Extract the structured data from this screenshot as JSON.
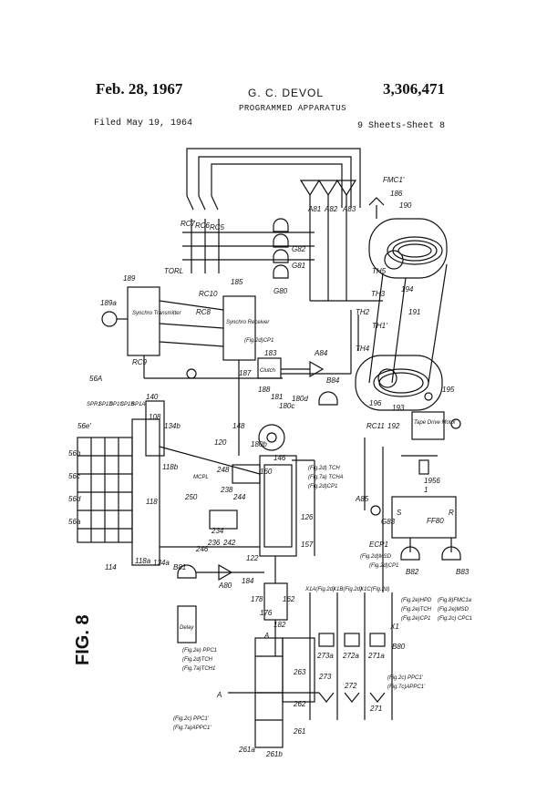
{
  "header": {
    "date": "Feb. 28, 1967",
    "inventor": "G. C. DEVOL",
    "patent_number": "3,306,471",
    "title": "PROGRAMMED APPARATUS",
    "filed": "Filed May 19, 1964",
    "sheets": "9 Sheets-Sheet 8"
  },
  "figure": {
    "label": "FIG. 8",
    "labels": {
      "l186": "186",
      "l190": "190",
      "fmc1": "FMC1'",
      "a81": "A81",
      "a82": "A82",
      "a83": "A83",
      "g80": "G80",
      "g81": "G81",
      "g82": "G82",
      "rc7": "RC7",
      "rc6": "RC6",
      "rc5": "RC5",
      "torl": "TORL",
      "l189": "189",
      "l189a": "189a",
      "synchro_tx": "Synchro Transmitter",
      "l185": "185",
      "synchro_rx": "Synchro Receiver",
      "rc9": "RC9",
      "rc8": "RC8",
      "rc10": "RC10",
      "l187": "187",
      "clutch": "Clutch",
      "l183": "183",
      "fig2d_cp1": "(Fig.2d)CP1",
      "th5": "TH5",
      "th3": "TH3",
      "th2": "TH2",
      "th1": "TH1'",
      "th4": "TH4",
      "l194": "194",
      "l191": "191",
      "a84": "A84",
      "b84": "B84",
      "l188": "188",
      "l181": "181",
      "l180c": "180c",
      "l180d": "180d",
      "l195": "195",
      "l196": "196",
      "l193": "193",
      "l192": "192",
      "tape_drive": "Tape Drive Motor",
      "l56a": "56A",
      "l56e": "56e'",
      "spre": "SPR1",
      "sp1d": "SP1D",
      "sp1c": "SP1C",
      "sp1b": "SP1B",
      "sp1a": "SP1A",
      "l148": "148",
      "l108": "108",
      "l160": "160",
      "l140": "140",
      "l134b": "134b",
      "l120": "120",
      "l118b": "118b",
      "l248": "248",
      "l180b": "180b",
      "l146": "146",
      "l238": "238",
      "l244": "244",
      "mcpl": "MCPL",
      "l250": "250",
      "l118": "118",
      "fig2d_tch": "(Fig.2d) TCH",
      "fig7a_tcha": "(Fig.7a) TCHA",
      "fig2d_cp1b": "(Fig.2d)CP1",
      "l56b": "56b",
      "l56c": "56c",
      "l56d": "56d",
      "l56a2": "56a",
      "l114": "114",
      "l118a": "118a",
      "l134a": "134a",
      "l246": "246",
      "l236": "236",
      "l242": "242",
      "l234": "234",
      "l122": "122",
      "l126": "126",
      "l157": "157",
      "rc11": "RC11",
      "l1956": "1956",
      "a85": "A85",
      "g83": "G83",
      "ecp1": "ECP1",
      "fig2d_msd": "(Fig.2d)MSD",
      "fig2d_cp1c": "(Fig.2d)CP1",
      "ff80": "FF80",
      "s": "S",
      "r": "R",
      "one": "1",
      "b82": "B82",
      "b83": "B83",
      "b81": "B81",
      "a80": "A80",
      "delay": "Delay",
      "fig2e_ppc": "(Fig.2e) PPC1",
      "fig2d_tch2": "(Fig.2d)TCH",
      "fig7a_tch": "(Fig.7a)TCH1",
      "l182": "182",
      "l178": "178",
      "l176": "176",
      "l162": "162",
      "l184": "184",
      "x1a": "X1A(Fig.2d)",
      "x1b": "X1B(Fig.2d)",
      "x1c": "X1C(Fig.2d)",
      "x1": "X1",
      "l273a": "273a",
      "l272a": "272a",
      "l271a": "271a",
      "l273": "273",
      "l272": "272",
      "l271": "271",
      "fig2c_ppc1": "(Fig.2c) PPC1'",
      "fig7c_appc": "(Fig.7c)APPC1'",
      "fig2e_hpd": "(Fig.2e)HPD",
      "fig2e_tch": "(Fig.2e)TCH",
      "fig2e_cp1": "(Fig.2e)CP1",
      "fig8_fmc": "(Fig.8)FMC1a",
      "fig2e_msd": "(Fig.2e)MSD",
      "fig2c_cpc": "(Fig.2c) CPC1",
      "b80": "B80",
      "fig2c_ppc1b": "(Fig.2c) PPC1'",
      "fig7a_appc": "(Fig.7a)APPC1'",
      "l263": "263",
      "l262": "262",
      "l261": "261",
      "l261a": "261a",
      "l261b": "261b",
      "ab": "A",
      "ab2": "A"
    }
  }
}
